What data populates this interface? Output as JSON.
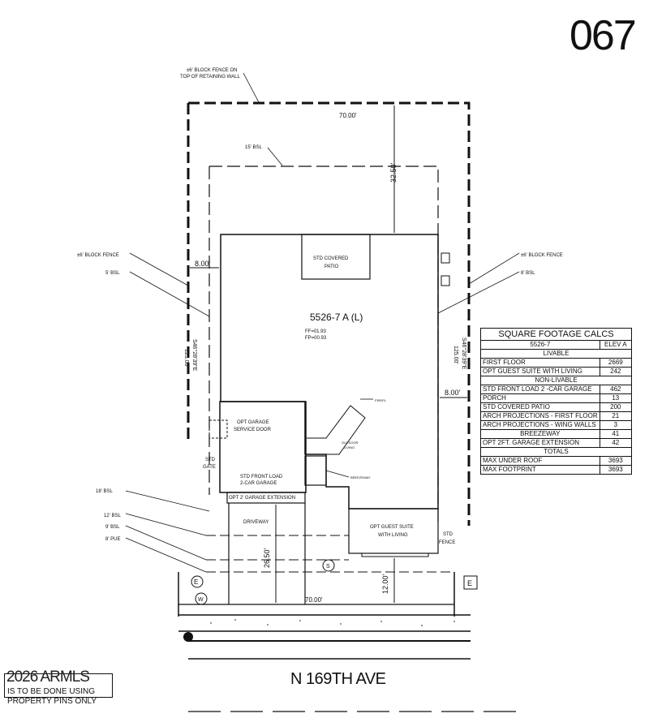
{
  "lot_number": "067",
  "plan_label": "5526-7 A (L)",
  "ff_label": "FF=01.93",
  "fp_label": "FP=00.93",
  "street_name": "N 169TH AVE",
  "staking_note": {
    "overprint": "2026 ARMLS",
    "line1": "IS TO BE DONE USING",
    "line2": "PROPERTY PINS ONLY"
  },
  "annotations": {
    "block_fence_top_1": "±6' BLOCK FENCE ON",
    "block_fence_top_2": "TOP OF RETAINING WALL",
    "width_top": "70.00'",
    "bsl_15": "15' BSL",
    "rear_setback": "32.50'",
    "block_fence_left": "±6' BLOCK FENCE",
    "side_8_left": "8.00'",
    "bsl_5": "5' BSL",
    "block_fence_right": "±6' BLOCK FENCE",
    "bsl_8": "8' BSL",
    "covered_patio_1": "STD COVERED",
    "covered_patio_2": "PATIO",
    "bearing_left": "S46°28'39\"E",
    "length_left": "125.00'",
    "bearing_right": "S46°28'39\"E",
    "length_right": "125.00'",
    "side_8_right": "8.00'",
    "fireplace": "FIREPL",
    "garage_door_1": "OPT GARAGE",
    "garage_door_2": "SERVICE DOOR",
    "outdoor_living_1": "OUTDOOR",
    "outdoor_living_2": "LIVING",
    "gate_1": "STD",
    "gate_2": "GATE",
    "breezeway": "BREEZEWAY",
    "garage_1": "STD FRONT LOAD",
    "garage_2": "2-CAR GARAGE",
    "garage_ext": "OPT 2' GARAGE EXTENSION",
    "bsl_18": "18' BSL",
    "driveway": "DRIVEWAY",
    "guest_suite_1": "OPT GUEST SUITE",
    "guest_suite_2": "WITH LIVING",
    "std_fence_1": "STD",
    "std_fence_2": "FENCE",
    "bsl_12": "12' BSL",
    "bsl_9": "9' BSL",
    "pue_8": "8' PUE",
    "front_setback": "26.50'",
    "front_12": "12.00'",
    "width_bottom": "70.00'",
    "marker_e": "E",
    "marker_w": "W",
    "marker_s": "S"
  },
  "sqft_table": {
    "title": "SQUARE FOOTAGE CALCS",
    "plan": "5526-7",
    "elev": "ELEV A",
    "livable_header": "LIVABLE",
    "livable": [
      {
        "label": "FIRST FLOOR",
        "value": "2669"
      },
      {
        "label": "OPT GUEST SUITE WITH LIVING",
        "value": "242"
      }
    ],
    "nonlivable_header": "NON-LIVABLE",
    "nonlivable": [
      {
        "label": "STD FRONT LOAD 2 -CAR GARAGE",
        "value": "462"
      },
      {
        "label": "PORCH",
        "value": "13"
      },
      {
        "label": "STD COVERED PATIO",
        "value": "200"
      },
      {
        "label": "ARCH PROJECTIONS - FIRST FLOOR",
        "value": "21"
      },
      {
        "label": "ARCH PROJECTIONS - WING WALLS",
        "value": "3"
      },
      {
        "label": "BREEZEWAY",
        "value": "41"
      },
      {
        "label": "OPT 2FT. GARAGE EXTENSION",
        "value": "42"
      }
    ],
    "totals_header": "TOTALS",
    "totals": [
      {
        "label": "MAX UNDER ROOF",
        "value": "3693"
      },
      {
        "label": "MAX FOOTPRINT",
        "value": "3693"
      }
    ]
  }
}
